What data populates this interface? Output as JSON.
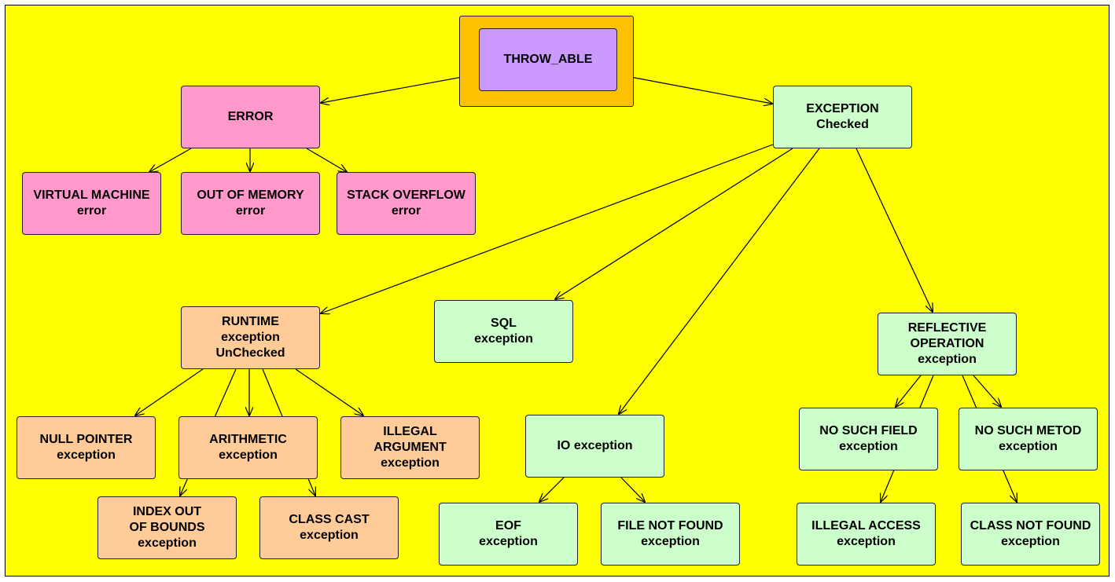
{
  "colors": {
    "background": "#ffff00",
    "root_frame": "#ffc000",
    "root": "#cc99ff",
    "error_family": "#ff99cc",
    "exception_family": "#ccffcc",
    "runtime_family": "#ffcc99"
  },
  "nodes": {
    "throwable": "THROW_ABLE",
    "error": "ERROR",
    "exception": "EXCEPTION\nChecked",
    "virtual_machine": "VIRTUAL MACHINE\nerror",
    "out_of_memory": "OUT OF MEMORY\nerror",
    "stack_overflow": "STACK OVERFLOW\nerror",
    "runtime": "RUNTIME\nexception\nUnChecked",
    "sql": "SQL\nexception",
    "reflective": "REFLECTIVE\nOPERATION\nexception",
    "null_pointer": "NULL POINTER\nexception",
    "arithmetic": "ARITHMETIC\nexception",
    "illegal_argument": "ILLEGAL\nARGUMENT\nexception",
    "io": "IO exception",
    "no_such_field": "NO SUCH FIELD\nexception",
    "no_such_method": "NO SUCH METOD\nexception",
    "index_out_of_bounds": "INDEX OUT\nOF BOUNDS\nexception",
    "class_cast": "CLASS CAST\nexception",
    "eof": "EOF\nexception",
    "file_not_found": "FILE NOT FOUND\nexception",
    "illegal_access": "ILLEGAL ACCESS\nexception",
    "class_not_found": "CLASS NOT FOUND\nexception"
  }
}
